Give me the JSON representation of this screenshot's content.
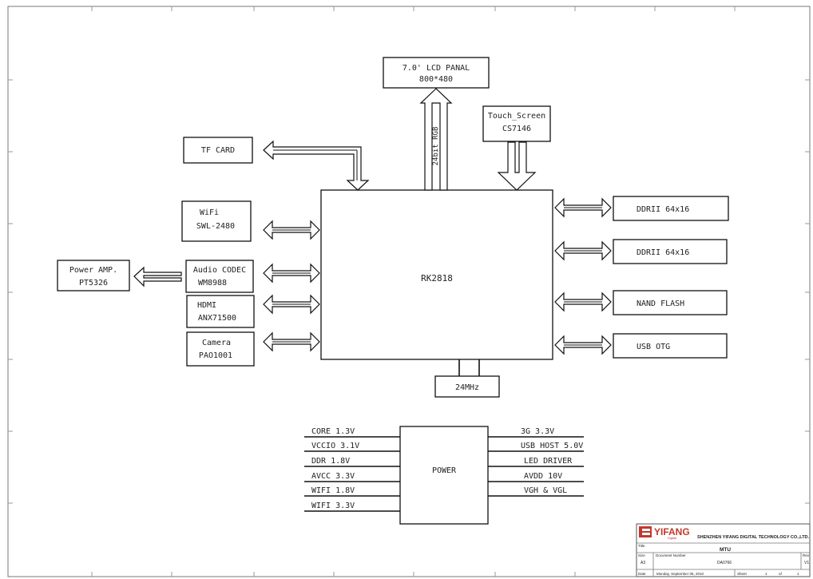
{
  "main_chip": {
    "label": "RK2818"
  },
  "lcd": {
    "line1": "7.0' LCD PANAL",
    "line2": "800*480",
    "bus_label": "24bit RGB"
  },
  "touch": {
    "line1": "Touch_Screen",
    "line2": "CS7146"
  },
  "tf_card": {
    "label": "TF CARD"
  },
  "wifi": {
    "line1": "WiFi",
    "line2": "SWL-2480"
  },
  "audio": {
    "line1": "Audio CODEC",
    "line2": "WM8988"
  },
  "power_amp": {
    "line1": "Power AMP.",
    "line2": "PT5326"
  },
  "hdmi": {
    "line1": "HDMI",
    "line2": "ANX71500"
  },
  "camera": {
    "line1": "Camera",
    "line2": "PAO1001"
  },
  "right_blocks": [
    "DDRII 64x16",
    "DDRII 64x16",
    "NAND FLASH",
    "USB OTG"
  ],
  "clock": {
    "label": "24MHz"
  },
  "power": {
    "label": "POWER",
    "inputs": [
      "CORE 1.3V",
      "VCCIO 3.1V",
      "DDR 1.8V",
      "AVCC 3.3V",
      "WIFI 1.8V",
      "WIFI 3.3V"
    ],
    "outputs": [
      "3G 3.3V",
      "USB HOST 5.0V",
      "LED DRIVER",
      "AVDD 10V",
      "VGH & VGL"
    ]
  },
  "title_block": {
    "logo": "YIFANG",
    "logo_sub": "Digital",
    "company": "SHENZHEN YIFANG DIGITAL TECHNOLOGY CO.,LTD.",
    "title_label": "Title",
    "title": "MTU",
    "size_label": "Size",
    "size": "A3",
    "doc_label": "Document Number",
    "doc_number": "DA0766",
    "rev_label": "Rev",
    "rev": "V1",
    "date_label": "Date",
    "date": "Monday, September 06, 2010",
    "sheet_label": "Sheet",
    "sheet": "1",
    "of_label": "of",
    "of": "1"
  },
  "colors": {
    "line": "#111111",
    "logo": "#c0392b",
    "frame": "#777777"
  }
}
